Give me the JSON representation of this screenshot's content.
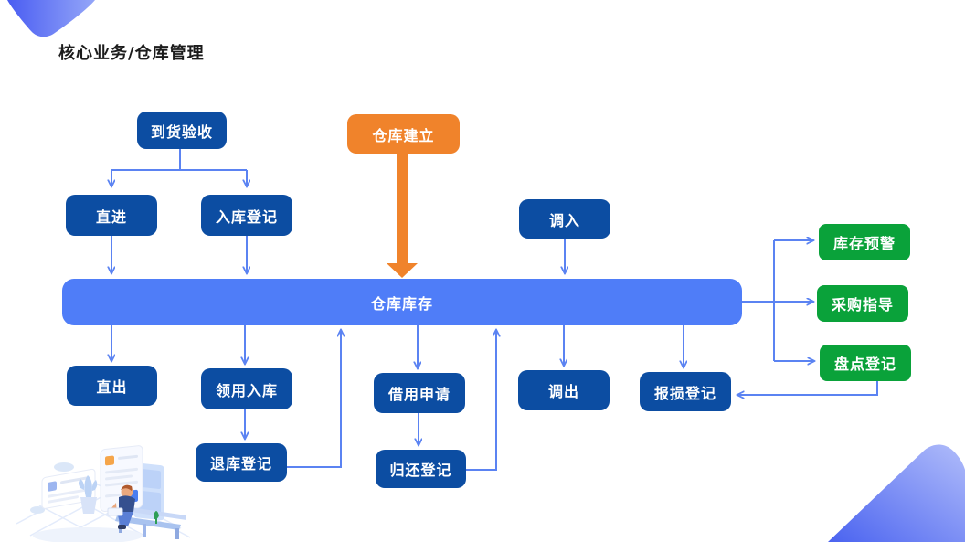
{
  "page": {
    "title": "核心业务/仓库管理"
  },
  "colors": {
    "dark_blue_box": "#0c4da2",
    "bar_blue": "#4f7df8",
    "connector_blue": "#5b83f2",
    "orange": "#f0832b",
    "green": "#0aa23a",
    "title_text": "#1c1c1c",
    "box_text": "#ffffff"
  },
  "nodes": {
    "arrival_inspection": {
      "label": "到货验收"
    },
    "warehouse_setup": {
      "label": "仓库建立"
    },
    "direct_in": {
      "label": "直进"
    },
    "inbound_registration": {
      "label": "入库登记"
    },
    "transfer_in": {
      "label": "调入"
    },
    "warehouse_inventory": {
      "label": "仓库库存"
    },
    "direct_out": {
      "label": "直出"
    },
    "requisition_inbound": {
      "label": "领用入库"
    },
    "return_to_stock_registration": {
      "label": "退库登记"
    },
    "borrow_application": {
      "label": "借用申请"
    },
    "return_registration": {
      "label": "归还登记"
    },
    "transfer_out": {
      "label": "调出"
    },
    "damage_registration": {
      "label": "报损登记"
    },
    "inventory_alert": {
      "label": "库存预警"
    },
    "purchase_guidance": {
      "label": "采购指导"
    },
    "stocktake_registration": {
      "label": "盘点登记"
    }
  }
}
